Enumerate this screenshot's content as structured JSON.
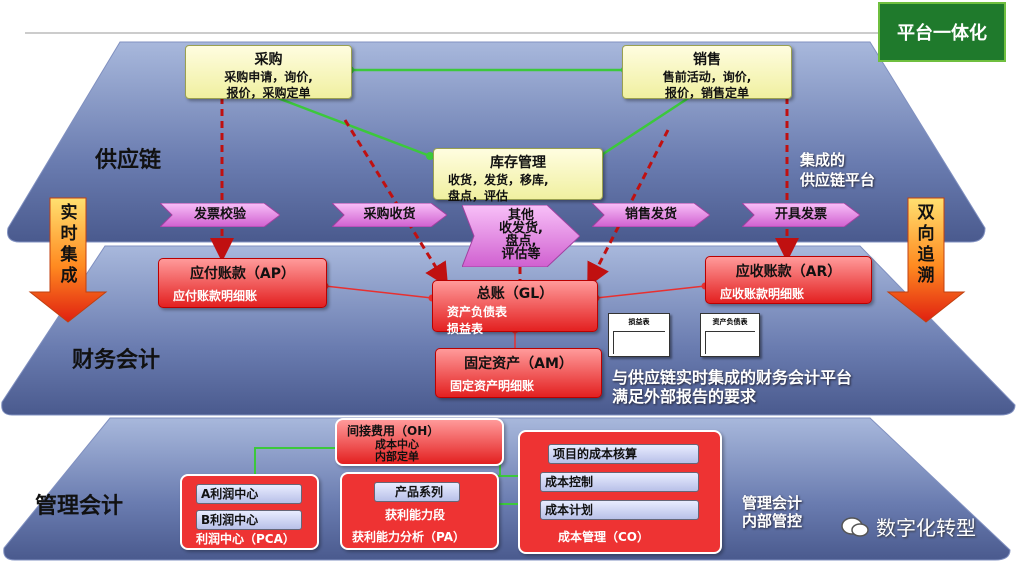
{
  "badge": "平台一体化",
  "layers": {
    "supply_chain": "供应链",
    "finance": "财务会计",
    "management": "管理会计"
  },
  "supply": {
    "purchase": {
      "title": "采购",
      "desc1": "采购申请，询价,",
      "desc2": "报价，采购定单"
    },
    "sales": {
      "title": "销售",
      "desc1": "售前活动，询价,",
      "desc2": "报价，销售定单"
    },
    "inventory": {
      "title": "库存管理",
      "desc1": "收货，发货，移库,",
      "desc2": "盘点，评估"
    },
    "platform_label1": "集成的",
    "platform_label2": "供应链平台"
  },
  "flows": {
    "invoice_check": "发票校验",
    "purchase_receipt": "采购收货",
    "other": [
      "其他",
      "收发货,",
      "盘点,",
      "评估等"
    ],
    "sales_delivery": "销售发货",
    "issue_invoice": "开具发票"
  },
  "side_arrows": {
    "left": [
      "实",
      "时",
      "集",
      "成"
    ],
    "right": [
      "双",
      "向",
      "追",
      "溯"
    ]
  },
  "finance": {
    "ap": {
      "title": "应付账款（AP）",
      "desc": "应付账款明细账"
    },
    "gl": {
      "title": "总账（GL）",
      "desc1": "资产负债表",
      "desc2": "损益表"
    },
    "ar": {
      "title": "应收账款（AR）",
      "desc": "应收账款明细账"
    },
    "am": {
      "title": "固定资产（AM）",
      "desc": "固定资产明细账"
    },
    "doc1": "损益表",
    "doc2": "资产负债表",
    "note1": "与供应链实时集成的财务会计平台",
    "note2": "满足外部报告的要求"
  },
  "management": {
    "oh": {
      "title": "间接费用（OH）",
      "items": [
        "成本中心",
        "内部定单"
      ]
    },
    "pca": {
      "items": [
        "A利润中心",
        "B利润中心"
      ],
      "footer": "利润中心（PCA）"
    },
    "pa": {
      "items": [
        "产品系列",
        "获利能力段"
      ],
      "footer": "获利能力分析（PA）"
    },
    "co": {
      "items": [
        "项目的成本核算",
        "成本控制",
        "成本计划"
      ],
      "footer": "成本管理（CO）"
    },
    "note1": "管理会计",
    "note2": "内部管控"
  },
  "watermark": "数字化转型",
  "colors": {
    "badge": "#1f7a2c",
    "arrow_red": "#c01010",
    "green_line": "#3cc83c",
    "pill_pink": "#e070e0"
  }
}
